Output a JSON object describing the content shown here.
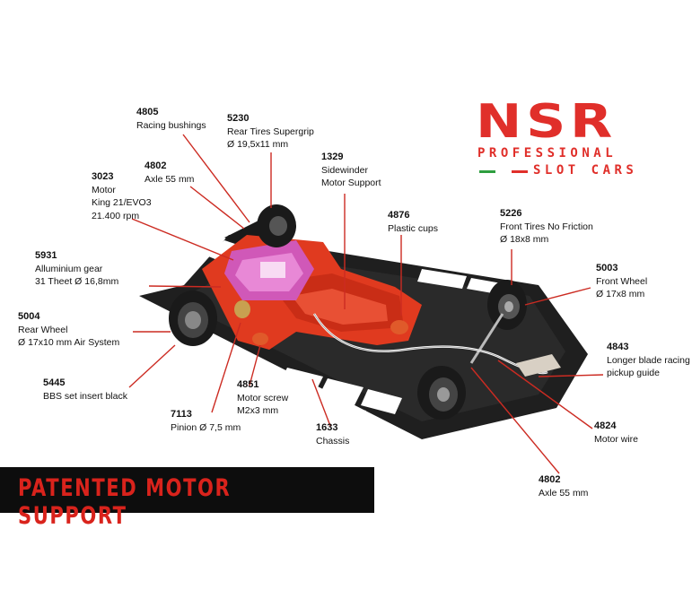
{
  "logo": {
    "mark": "NSR",
    "line1": "PROFESSIONAL",
    "line2": "SLOT CARS",
    "flag_colors": [
      "#2e9e3f",
      "#ffffff",
      "#e02f2a"
    ]
  },
  "banner": {
    "text": "PATENTED MOTOR SUPPORT"
  },
  "colors": {
    "accent_red": "#e02f2a",
    "leader_line": "#cc2b22",
    "chassis": "#1a1a1a",
    "motor_pink": "#d058b8"
  },
  "parts": [
    {
      "id": "racing-bushings",
      "code": "4805",
      "lines": [
        "Racing bushings"
      ]
    },
    {
      "id": "rear-tires",
      "code": "5230",
      "lines": [
        "Rear Tires Supergrip",
        "Ø 19,5x11 mm"
      ]
    },
    {
      "id": "axle-rear",
      "code": "4802",
      "lines": [
        "Axle 55 mm"
      ]
    },
    {
      "id": "motor",
      "code": "3023",
      "lines": [
        "Motor",
        "King 21/EVO3",
        "21.400 rpm"
      ]
    },
    {
      "id": "sidewinder",
      "code": "1329",
      "lines": [
        "Sidewinder",
        "Motor Support"
      ]
    },
    {
      "id": "plastic-cups",
      "code": "4876",
      "lines": [
        "Plastic cups"
      ]
    },
    {
      "id": "front-tires",
      "code": "5226",
      "lines": [
        "Front Tires No Friction",
        "Ø 18x8 mm"
      ]
    },
    {
      "id": "gear",
      "code": "5931",
      "lines": [
        "Alluminium gear",
        "31 Theet Ø 16,8mm"
      ]
    },
    {
      "id": "front-wheel",
      "code": "5003",
      "lines": [
        "Front Wheel",
        "Ø 17x8 mm"
      ]
    },
    {
      "id": "rear-wheel",
      "code": "5004",
      "lines": [
        "Rear Wheel",
        "Ø 17x10 mm Air System"
      ]
    },
    {
      "id": "pickup-guide",
      "code": "4843",
      "lines": [
        "Longer blade racing",
        "pickup guide"
      ]
    },
    {
      "id": "bbs-insert",
      "code": "5445",
      "lines": [
        "BBS set insert black"
      ]
    },
    {
      "id": "motor-screw",
      "code": "4851",
      "lines": [
        "Motor screw",
        "M2x3 mm"
      ]
    },
    {
      "id": "pinion",
      "code": "7113",
      "lines": [
        "Pinion Ø 7,5 mm"
      ]
    },
    {
      "id": "chassis",
      "code": "1633",
      "lines": [
        "Chassis"
      ]
    },
    {
      "id": "motor-wire",
      "code": "4824",
      "lines": [
        "Motor wire"
      ]
    },
    {
      "id": "axle-front",
      "code": "4802",
      "lines": [
        "Axle 55 mm"
      ]
    }
  ]
}
